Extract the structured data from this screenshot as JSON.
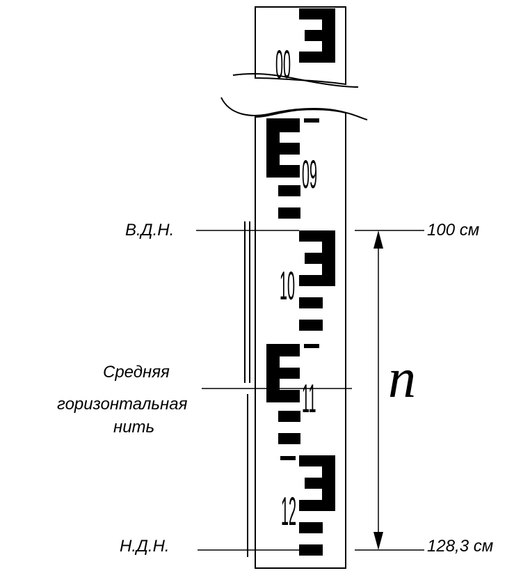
{
  "labels": {
    "upper_thread": "В.Д.Н.",
    "middle_thread_line1": "Средняя",
    "middle_thread_line2": "горизонтальная",
    "middle_thread_line3": "нить",
    "lower_thread": "Н.Д.Н.",
    "upper_reading": "100 см",
    "lower_reading": "128,3 см",
    "interval_symbol": "n"
  },
  "staff_numbers": {
    "top": "00",
    "n09": "09",
    "n10": "10",
    "n11": "11",
    "n12": "12"
  }
}
